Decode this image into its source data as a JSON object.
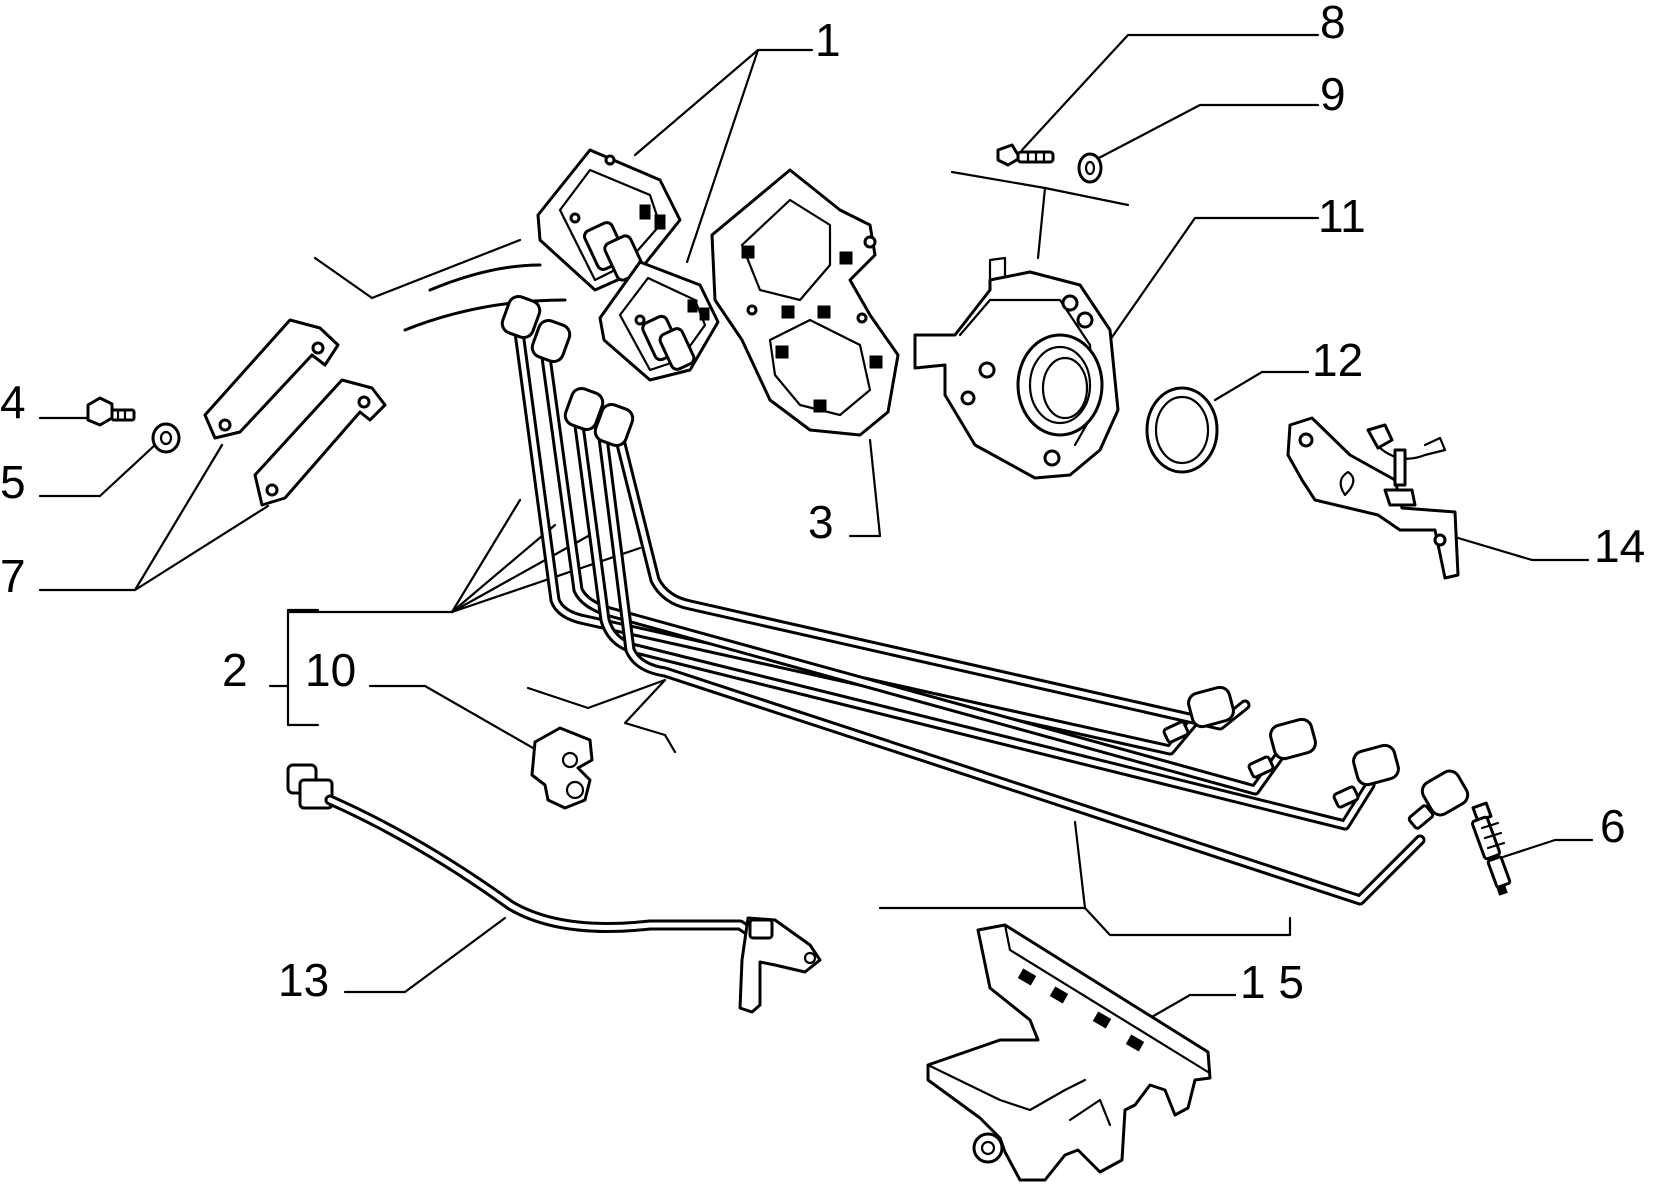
{
  "diagram": {
    "background_color": "#ffffff",
    "line_color": "#000000",
    "callouts": [
      {
        "id": "1",
        "label": "1"
      },
      {
        "id": "2",
        "label": "2"
      },
      {
        "id": "3",
        "label": "3"
      },
      {
        "id": "4",
        "label": "4"
      },
      {
        "id": "5",
        "label": "5"
      },
      {
        "id": "6",
        "label": "6"
      },
      {
        "id": "7",
        "label": "7"
      },
      {
        "id": "8",
        "label": "8"
      },
      {
        "id": "9",
        "label": "9"
      },
      {
        "id": "10",
        "label": "10"
      },
      {
        "id": "11",
        "label": "11"
      },
      {
        "id": "12",
        "label": "12"
      },
      {
        "id": "13",
        "label": "13"
      },
      {
        "id": "14",
        "label": "14"
      },
      {
        "id": "15",
        "label": "1 5"
      }
    ]
  }
}
